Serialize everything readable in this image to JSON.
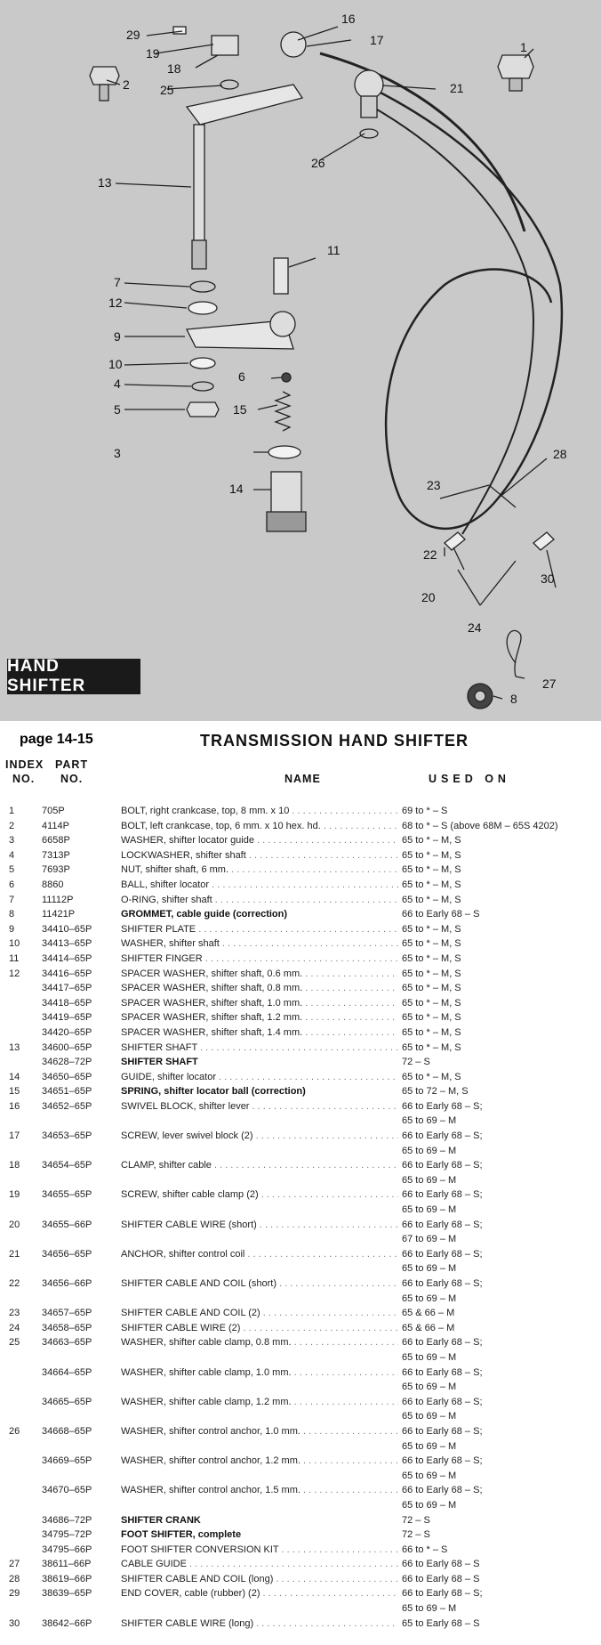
{
  "diagram": {
    "banner": "HAND SHIFTER",
    "callouts": [
      "1",
      "2",
      "3",
      "4",
      "5",
      "6",
      "7",
      "8",
      "9",
      "10",
      "11",
      "12",
      "13",
      "14",
      "15",
      "16",
      "17",
      "18",
      "19",
      "20",
      "21",
      "22",
      "23",
      "24",
      "25",
      "26",
      "27",
      "28",
      "29",
      "30"
    ]
  },
  "page_label": "page 14-15",
  "title": "TRANSMISSION HAND SHIFTER",
  "headers": {
    "index": "INDEX",
    "index_no": "NO.",
    "part": "PART",
    "part_no": "NO.",
    "name": "NAME",
    "used_on": "USED ON"
  },
  "rows": [
    {
      "idx": "1",
      "part": "705P",
      "name": "BOLT, right crankcase, top, 8 mm. x 10",
      "used": "69 to * – S",
      "bold": false
    },
    {
      "idx": "2",
      "part": "4114P",
      "name": "BOLT, left crankcase, top, 6 mm. x 10 hex. hd.",
      "used": "68 to * – S (above 68M – 65S 4202)",
      "bold": false
    },
    {
      "idx": "3",
      "part": "6658P",
      "name": "WASHER, shifter locator guide",
      "used": "65 to * – M, S",
      "bold": false
    },
    {
      "idx": "4",
      "part": "7313P",
      "name": "LOCKWASHER, shifter shaft",
      "used": "65 to * – M, S",
      "bold": false
    },
    {
      "idx": "5",
      "part": "7693P",
      "name": "NUT, shifter shaft, 6 mm.",
      "used": "65 to * – M, S",
      "bold": false
    },
    {
      "idx": "6",
      "part": "8860",
      "name": "BALL, shifter locator",
      "used": "65 to * – M, S",
      "bold": false
    },
    {
      "idx": "7",
      "part": "11112P",
      "name": "O-RING, shifter shaft",
      "used": "65 to * – M, S",
      "bold": false
    },
    {
      "idx": "8",
      "part": "11421P",
      "name": "GROMMET, cable guide (correction)",
      "used": "66 to Early 68 – S",
      "bold": true
    },
    {
      "idx": "9",
      "part": "34410–65P",
      "name": "SHIFTER PLATE",
      "used": "65 to * – M, S",
      "bold": false
    },
    {
      "idx": "10",
      "part": "34413–65P",
      "name": "WASHER, shifter shaft",
      "used": "65 to * – M, S",
      "bold": false
    },
    {
      "idx": "11",
      "part": "34414–65P",
      "name": "SHIFTER FINGER",
      "used": "65 to * – M, S",
      "bold": false
    },
    {
      "idx": "12",
      "part": "34416–65P",
      "name": "SPACER WASHER, shifter shaft, 0.6 mm.",
      "used": "65 to * – M, S",
      "bold": false
    },
    {
      "idx": "",
      "part": "34417–65P",
      "name": "SPACER WASHER, shifter shaft, 0.8 mm.",
      "used": "65 to * – M, S",
      "bold": false
    },
    {
      "idx": "",
      "part": "34418–65P",
      "name": "SPACER WASHER, shifter shaft, 1.0 mm.",
      "used": "65 to * – M, S",
      "bold": false
    },
    {
      "idx": "",
      "part": "34419–65P",
      "name": "SPACER WASHER, shifter shaft, 1.2 mm.",
      "used": "65 to * – M, S",
      "bold": false
    },
    {
      "idx": "",
      "part": "34420–65P",
      "name": "SPACER WASHER, shifter shaft, 1.4 mm.",
      "used": "65 to * – M, S",
      "bold": false
    },
    {
      "idx": "13",
      "part": "34600–65P",
      "name": "SHIFTER SHAFT",
      "used": "65 to * – M, S",
      "bold": false
    },
    {
      "idx": "",
      "part": "34628–72P",
      "name": "SHIFTER SHAFT",
      "used": "72 – S",
      "bold": true
    },
    {
      "idx": "14",
      "part": "34650–65P",
      "name": "GUIDE, shifter locator",
      "used": "65 to * – M, S",
      "bold": false
    },
    {
      "idx": "15",
      "part": "34651–65P",
      "name": "SPRING, shifter locator ball (correction)",
      "used": "65 to 72 – M, S",
      "bold": true
    },
    {
      "idx": "16",
      "part": "34652–65P",
      "name": "SWIVEL BLOCK, shifter lever",
      "used": "66 to Early 68 – S;",
      "bold": false
    },
    {
      "idx": "",
      "part": "",
      "name": "",
      "used": "65 to 69 – M",
      "bold": false
    },
    {
      "idx": "17",
      "part": "34653–65P",
      "name": "SCREW, lever swivel block (2)",
      "used": "66 to Early 68 – S;",
      "bold": false
    },
    {
      "idx": "",
      "part": "",
      "name": "",
      "used": "65 to 69 – M",
      "bold": false
    },
    {
      "idx": "18",
      "part": "34654–65P",
      "name": "CLAMP, shifter cable",
      "used": "66 to Early 68 – S;",
      "bold": false
    },
    {
      "idx": "",
      "part": "",
      "name": "",
      "used": "65 to 69 – M",
      "bold": false
    },
    {
      "idx": "19",
      "part": "34655–65P",
      "name": "SCREW, shifter cable clamp (2)",
      "used": "66 to Early 68 – S;",
      "bold": false
    },
    {
      "idx": "",
      "part": "",
      "name": "",
      "used": "65 to 69 – M",
      "bold": false
    },
    {
      "idx": "20",
      "part": "34655–66P",
      "name": "SHIFTER CABLE WIRE (short)",
      "used": "66 to Early 68 – S;",
      "bold": false
    },
    {
      "idx": "",
      "part": "",
      "name": "",
      "used": "67 to 69 – M",
      "bold": false
    },
    {
      "idx": "21",
      "part": "34656–65P",
      "name": "ANCHOR, shifter control coil",
      "used": "66 to Early 68 – S;",
      "bold": false
    },
    {
      "idx": "",
      "part": "",
      "name": "",
      "used": "65 to 69 – M",
      "bold": false
    },
    {
      "idx": "22",
      "part": "34656–66P",
      "name": "SHIFTER CABLE AND COIL (short)",
      "used": "66 to Early 68 – S;",
      "bold": false
    },
    {
      "idx": "",
      "part": "",
      "name": "",
      "used": "65 to 69 – M",
      "bold": false
    },
    {
      "idx": "23",
      "part": "34657–65P",
      "name": "SHIFTER CABLE AND COIL (2)",
      "used": "65 & 66 – M",
      "bold": false
    },
    {
      "idx": "24",
      "part": "34658–65P",
      "name": "SHIFTER CABLE WIRE (2)",
      "used": "65 & 66 – M",
      "bold": false
    },
    {
      "idx": "25",
      "part": "34663–65P",
      "name": "WASHER, shifter cable clamp, 0.8 mm.",
      "used": "66 to Early 68 – S;",
      "bold": false
    },
    {
      "idx": "",
      "part": "",
      "name": "",
      "used": "65 to 69 – M",
      "bold": false
    },
    {
      "idx": "",
      "part": "34664–65P",
      "name": "WASHER, shifter cable clamp, 1.0 mm.",
      "used": "66 to Early 68 – S;",
      "bold": false
    },
    {
      "idx": "",
      "part": "",
      "name": "",
      "used": "65 to 69 – M",
      "bold": false
    },
    {
      "idx": "",
      "part": "34665–65P",
      "name": "WASHER, shifter cable clamp, 1.2 mm.",
      "used": "66 to Early 68 – S;",
      "bold": false
    },
    {
      "idx": "",
      "part": "",
      "name": "",
      "used": "65 to 69 – M",
      "bold": false
    },
    {
      "idx": "26",
      "part": "34668–65P",
      "name": "WASHER, shifter control anchor, 1.0 mm.",
      "used": "66 to Early 68 – S;",
      "bold": false
    },
    {
      "idx": "",
      "part": "",
      "name": "",
      "used": "65 to 69 – M",
      "bold": false
    },
    {
      "idx": "",
      "part": "34669–65P",
      "name": "WASHER, shifter control anchor, 1.2 mm.",
      "used": "66 to Early 68 – S;",
      "bold": false
    },
    {
      "idx": "",
      "part": "",
      "name": "",
      "used": "65 to 69 – M",
      "bold": false
    },
    {
      "idx": "",
      "part": "34670–65P",
      "name": "WASHER, shifter control anchor, 1.5 mm.",
      "used": "66 to Early 68 – S;",
      "bold": false
    },
    {
      "idx": "",
      "part": "",
      "name": "",
      "used": "65 to 69 – M",
      "bold": false
    },
    {
      "idx": "",
      "part": "34686–72P",
      "name": "SHIFTER CRANK",
      "used": "72 – S",
      "bold": true
    },
    {
      "idx": "",
      "part": "34795–72P",
      "name": "FOOT SHIFTER, complete",
      "used": "72 – S",
      "bold": true
    },
    {
      "idx": "",
      "part": "34795–66P",
      "name": "FOOT SHIFTER CONVERSION KIT",
      "used": "66 to * – S",
      "bold": false
    },
    {
      "idx": "27",
      "part": "38611–66P",
      "name": "CABLE GUIDE",
      "used": "66 to Early 68 – S",
      "bold": false
    },
    {
      "idx": "28",
      "part": "38619–66P",
      "name": "SHIFTER CABLE AND COIL (long)",
      "used": "66 to Early 68 – S",
      "bold": false
    },
    {
      "idx": "29",
      "part": "38639–65P",
      "name": "END COVER, cable (rubber) (2)",
      "used": "66 to Early 68 – S;",
      "bold": false
    },
    {
      "idx": "",
      "part": "",
      "name": "",
      "used": "65 to 69 – M",
      "bold": false
    },
    {
      "idx": "30",
      "part": "38642–66P",
      "name": "SHIFTER CABLE WIRE (long)",
      "used": "65 to Early 68 – S",
      "bold": false
    }
  ]
}
